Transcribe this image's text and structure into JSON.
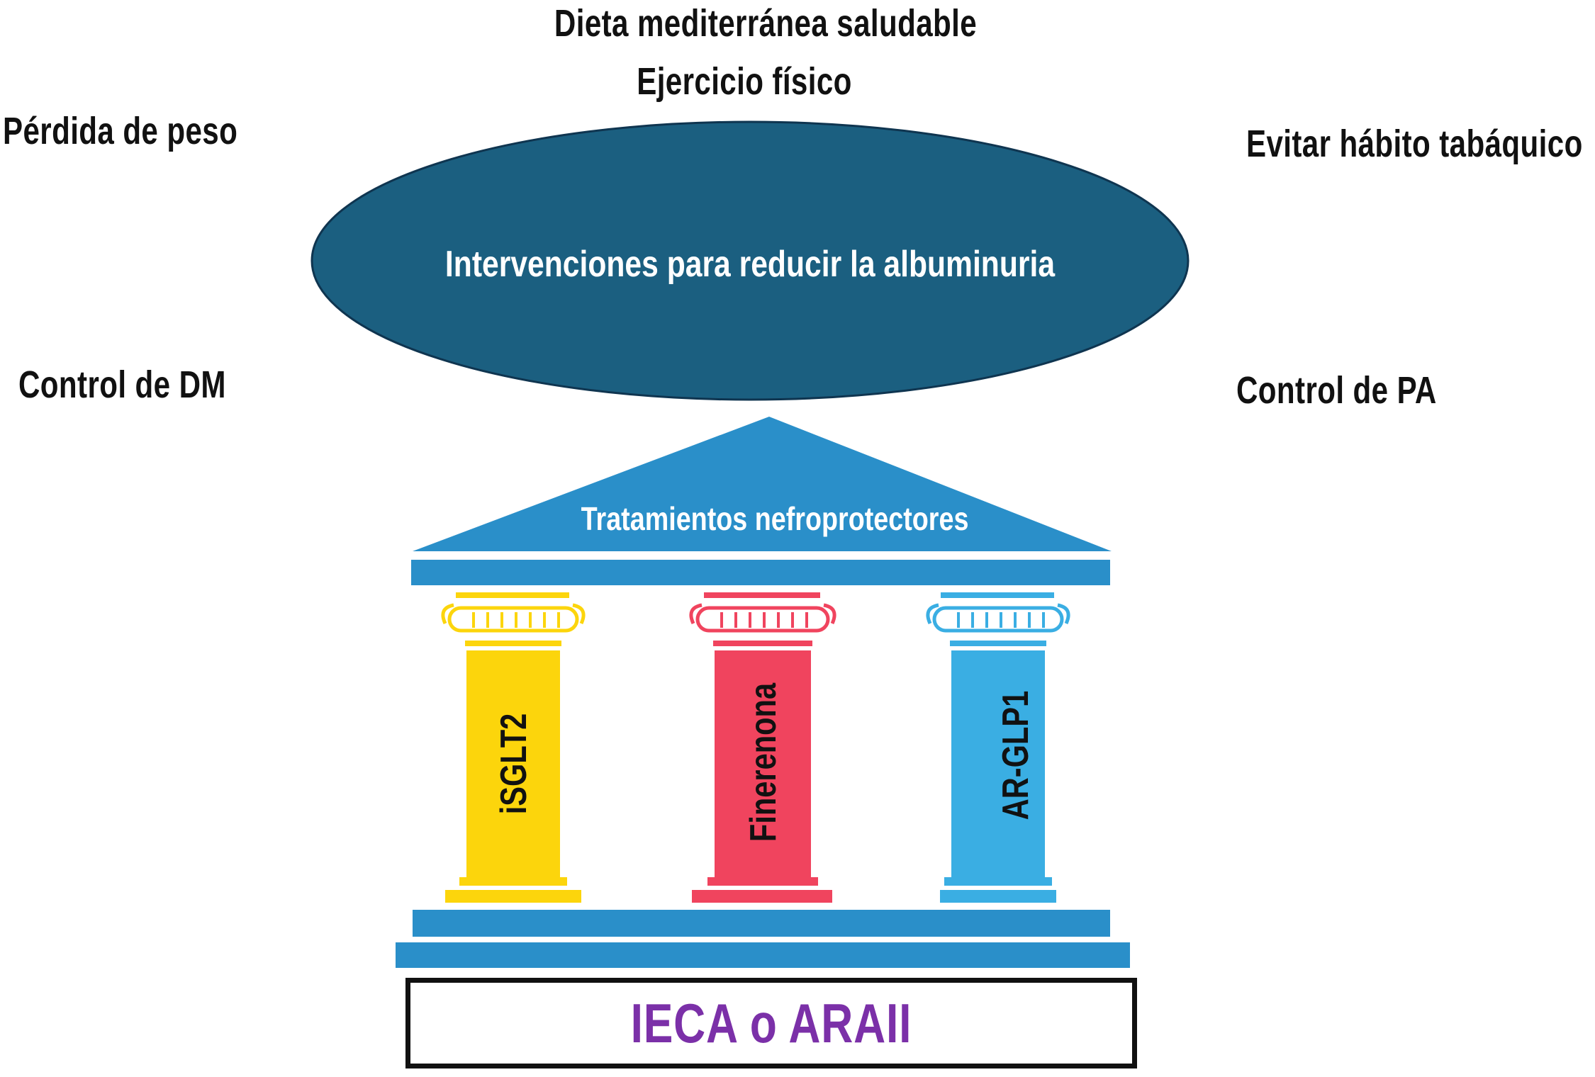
{
  "lifestyle": {
    "diet": "Dieta mediterránea saludable",
    "exercise": "Ejercicio físico",
    "weight": "Pérdida de peso",
    "smoking": "Evitar hábito tabáquico",
    "dm_control": "Control de DM",
    "bp_control": "Control de PA"
  },
  "goal": {
    "label": "Intervenciones para reducir la albuminuria"
  },
  "temple": {
    "roof_label": "Tratamientos nefroprotectores",
    "pillars": [
      {
        "label": "iSGLT2"
      },
      {
        "label": "Finerenona"
      },
      {
        "label": "AR-GLP1"
      }
    ],
    "foundation_label": "IECA o ARAII"
  },
  "colors": {
    "blue_dark": "#1b5f80",
    "blue_light": "#2a8fc9",
    "yellow": "#fcd50c",
    "red": "#f0445e",
    "cyan": "#3aaee3",
    "purple": "#7b30a8",
    "text": "#111111"
  }
}
